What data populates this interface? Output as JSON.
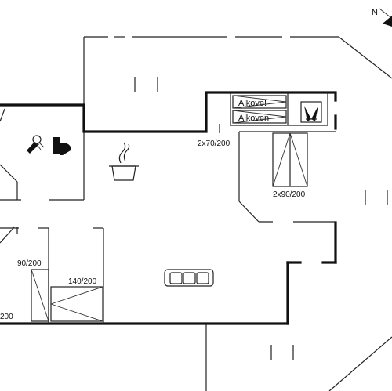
{
  "plan": {
    "north_label": "N",
    "beds": [
      {
        "id": "bed-2x70",
        "label": "2x70/200"
      },
      {
        "id": "bed-2x90",
        "label": "2x90/200"
      },
      {
        "id": "bed-90",
        "label": "90/200"
      },
      {
        "id": "bed-140",
        "label": "140/200"
      },
      {
        "id": "bed-edge",
        "label": "200"
      }
    ],
    "alcoves": [
      "Alkove!",
      "Alkoven"
    ],
    "icons": [
      "shower-icon",
      "toilet-icon",
      "stove-icon",
      "sofa-icon",
      "fireplace-icon"
    ]
  }
}
